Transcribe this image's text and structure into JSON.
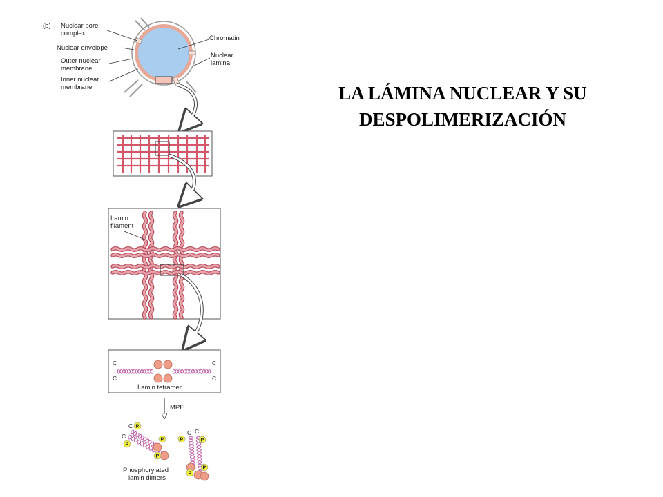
{
  "slide": {
    "title_line1": "LA LÁMINA NUCLEAR Y SU",
    "title_line2": "DESPOLIMERIZACIÓN"
  },
  "figure": {
    "panel_label": "(b)",
    "nucleus_labels": {
      "nuclear_pore_1": "Nuclear pore",
      "nuclear_pore_2": "complex",
      "nuclear_envelope": "Nuclear envelope",
      "outer_membrane_1": "Outer nuclear",
      "outer_membrane_2": "membrane",
      "inner_membrane_1": "Inner nuclear",
      "inner_membrane_2": "membrane",
      "chromatin": "Chromatin",
      "nuclear_lamina_1": "Nuclear",
      "nuclear_lamina_2": "lamina"
    },
    "filament_label_1": "Lamin",
    "filament_label_2": "filament",
    "tetramer_label": "Lamin tetramer",
    "c_terminus": "C",
    "mpf_label": "MPF",
    "phospho_label_1": "Phosphorylated",
    "phospho_label_2": "lamin dimers",
    "phosphate": "P"
  },
  "colors": {
    "nucleus": "#a8cdee",
    "envelope": "#e8a898",
    "lamin": "#d4566a",
    "lamin_light": "#e7a2aa",
    "helix": "#c060a8",
    "head": "#ef9c88",
    "phosphate": "#f2ee3c",
    "box_border": "#555555"
  }
}
